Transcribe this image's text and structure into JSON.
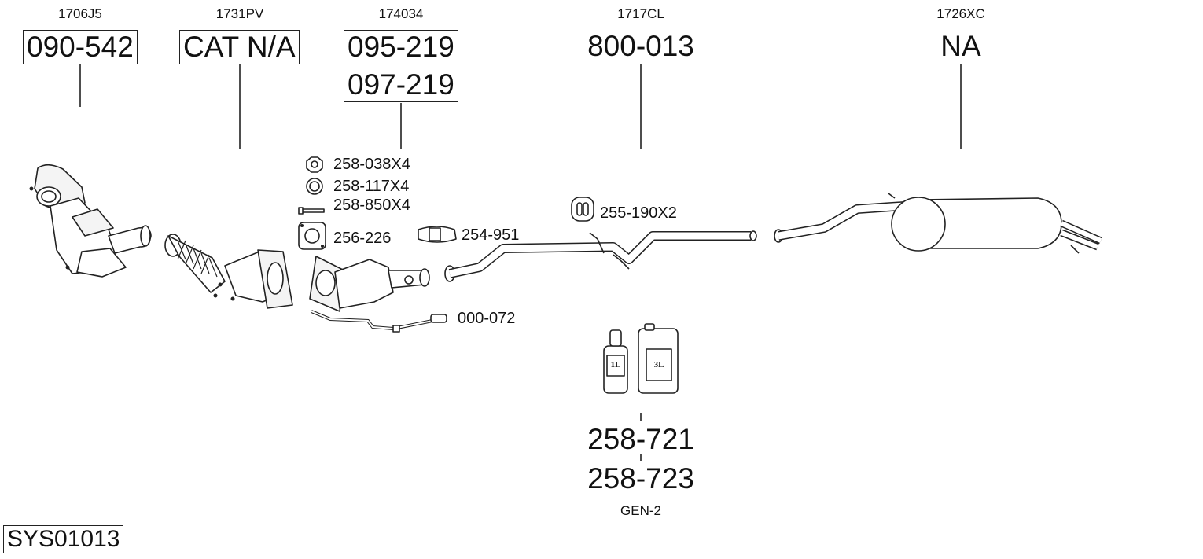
{
  "diagram": {
    "system_code": "SYS01013",
    "columns": [
      {
        "oem": "1706J5",
        "parts": [
          "090-542"
        ]
      },
      {
        "oem": "1731PV",
        "parts": [
          "CAT N/A"
        ]
      },
      {
        "oem": "174034",
        "parts": [
          "095-219",
          "097-219"
        ]
      },
      {
        "oem": "1717CL",
        "parts": [
          "800-013"
        ]
      },
      {
        "oem": "1726XC",
        "parts": [
          "NA"
        ]
      }
    ],
    "accessories": [
      {
        "code": "258-038X4",
        "icon": "nut-icon"
      },
      {
        "code": "258-117X4",
        "icon": "ring-icon"
      },
      {
        "code": "258-850X4",
        "icon": "bolt-icon"
      },
      {
        "code": "256-226",
        "icon": "gasket-icon"
      },
      {
        "code": "254-951",
        "icon": "clamp-icon"
      },
      {
        "code": "255-190X2",
        "icon": "rubber-mount-icon"
      },
      {
        "code": "000-072",
        "icon": "sensor-icon"
      }
    ],
    "paste": {
      "bottle_label": "1L",
      "can_label": "3L",
      "codes": [
        "258-721",
        "258-723"
      ],
      "generation": "GEN-2"
    }
  }
}
